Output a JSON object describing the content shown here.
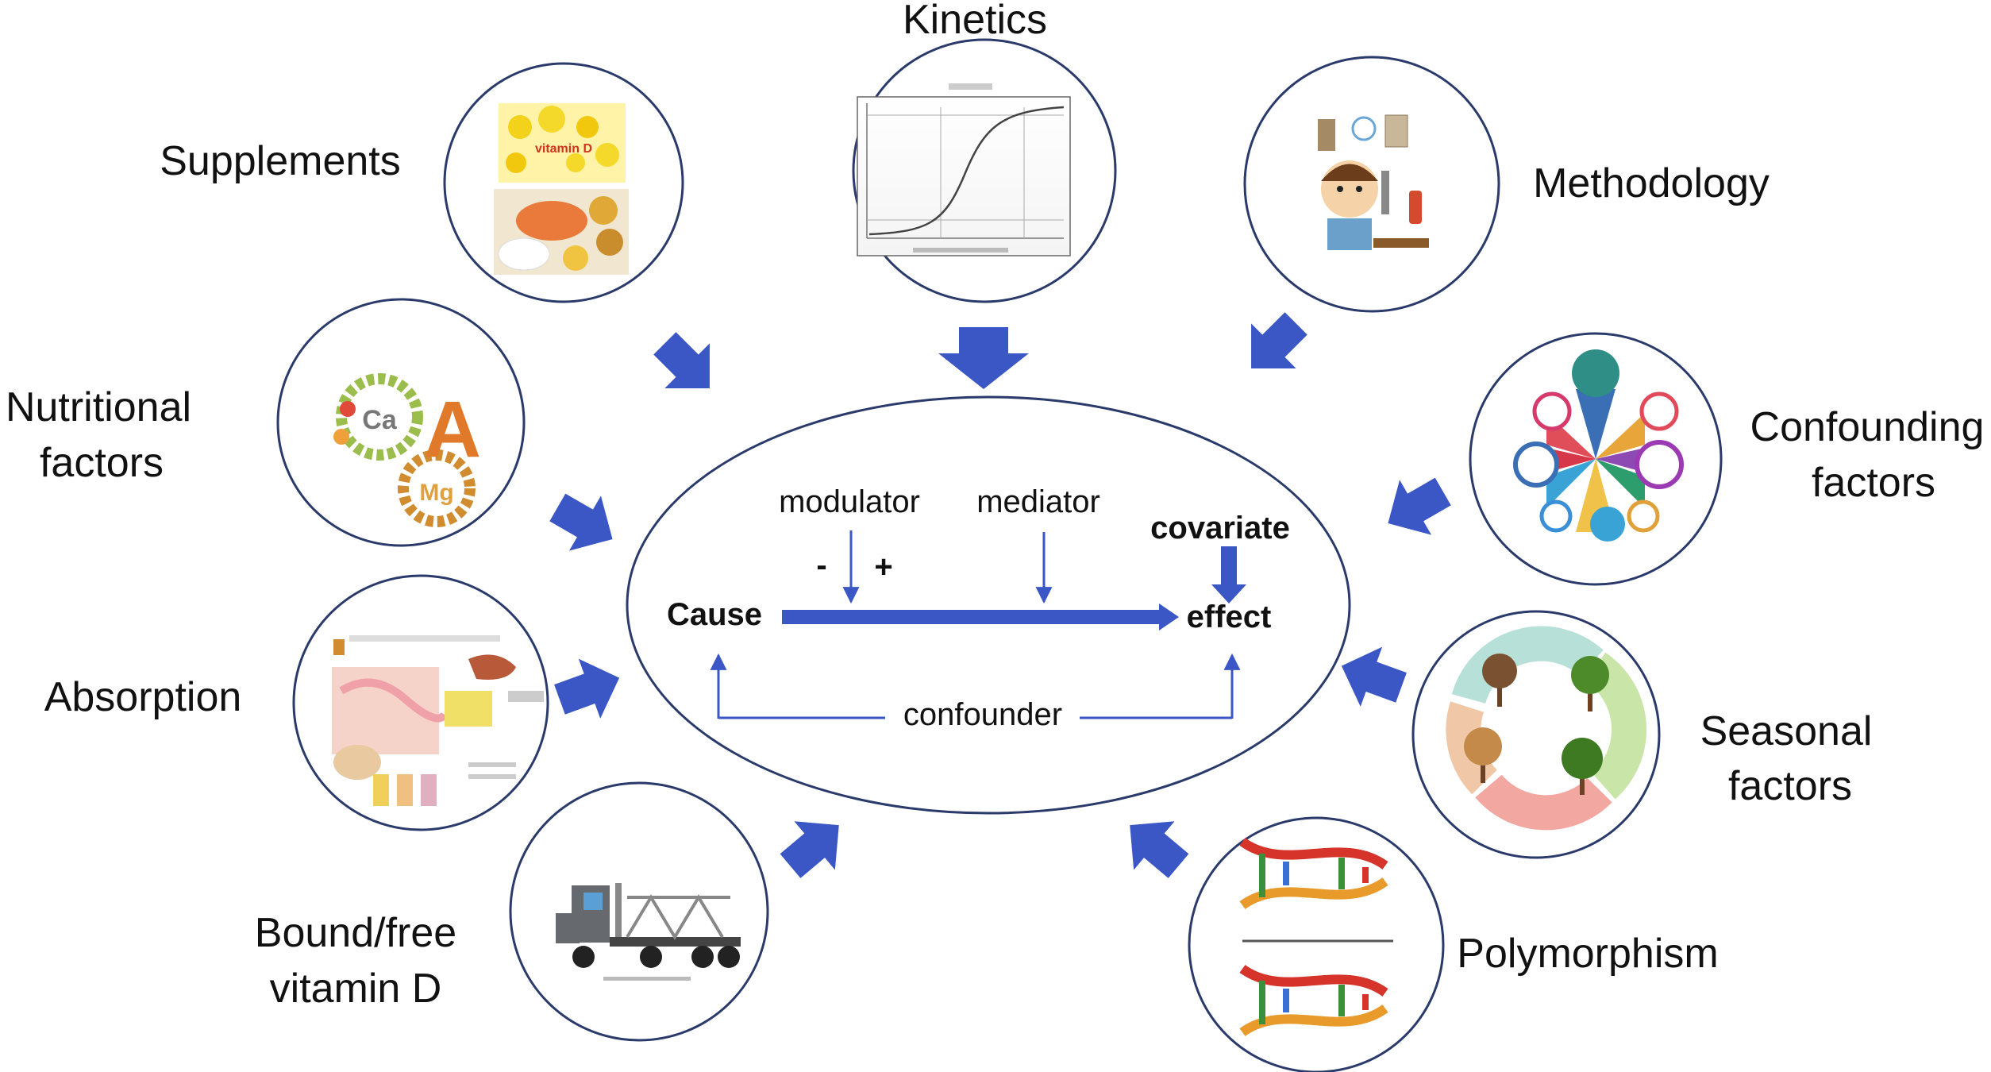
{
  "factors": {
    "supplements": "Supplements",
    "kinetics": "Kinetics",
    "methodology": "Methodology",
    "nutritional_1": "Nutritional",
    "nutritional_2": "factors",
    "confounding_1": "Confounding",
    "confounding_2": "factors",
    "absorption": "Absorption",
    "seasonal_1": "Seasonal",
    "seasonal_2": "factors",
    "bound_1": "Bound/free",
    "bound_2": "vitamin D",
    "polymorphism": "Polymorphism"
  },
  "center": {
    "modulator": "modulator",
    "mediator": "mediator",
    "covariate": "covariate",
    "minus": "-",
    "plus": "+",
    "cause": "Cause",
    "effect": "effect",
    "confounder": "confounder"
  },
  "thumbnails": {
    "supplements_text": "vitamin D",
    "nutritional_ca": "Ca",
    "nutritional_a": "A",
    "nutritional_mg": "Mg"
  },
  "colors": {
    "arrow": "#3b57c6",
    "outline": "#2a3a6b"
  }
}
